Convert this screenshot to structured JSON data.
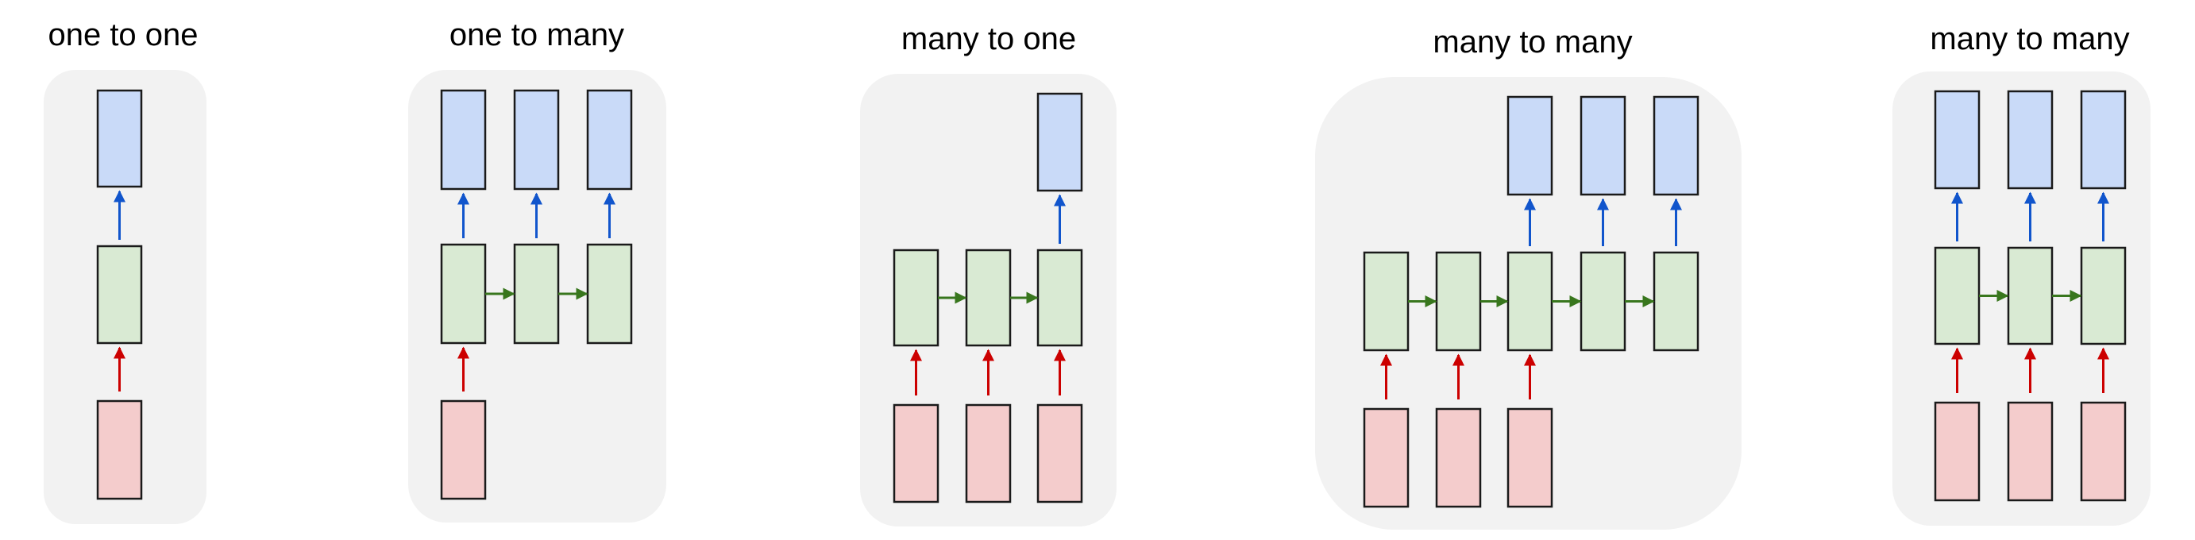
{
  "colors": {
    "panel": "#f2f2f2",
    "input": "#f4cccc",
    "hidden": "#d9ead3",
    "output": "#c9daf8",
    "input_arrow": "#cc0000",
    "hidden_arrow": "#38761d",
    "output_arrow": "#1155cc",
    "box_stroke": "#1a1a1a"
  },
  "diagrams": [
    {
      "title": "one to one",
      "cells": [
        {
          "input": true,
          "output": true,
          "recurrent_from_prev": false
        }
      ]
    },
    {
      "title": "one to many",
      "cells": [
        {
          "input": true,
          "output": true,
          "recurrent_from_prev": false
        },
        {
          "input": false,
          "output": true,
          "recurrent_from_prev": true
        },
        {
          "input": false,
          "output": true,
          "recurrent_from_prev": true
        }
      ]
    },
    {
      "title": "many to one",
      "cells": [
        {
          "input": true,
          "output": false,
          "recurrent_from_prev": false
        },
        {
          "input": true,
          "output": false,
          "recurrent_from_prev": true
        },
        {
          "input": true,
          "output": true,
          "recurrent_from_prev": true
        }
      ]
    },
    {
      "title": "many to many",
      "cells": [
        {
          "input": true,
          "output": false,
          "recurrent_from_prev": false
        },
        {
          "input": true,
          "output": false,
          "recurrent_from_prev": true
        },
        {
          "input": true,
          "output": true,
          "recurrent_from_prev": true
        },
        {
          "input": false,
          "output": true,
          "recurrent_from_prev": true
        },
        {
          "input": false,
          "output": true,
          "recurrent_from_prev": true
        }
      ]
    },
    {
      "title": "many to many",
      "cells": [
        {
          "input": true,
          "output": true,
          "recurrent_from_prev": false
        },
        {
          "input": true,
          "output": true,
          "recurrent_from_prev": true
        },
        {
          "input": true,
          "output": true,
          "recurrent_from_prev": true
        }
      ]
    }
  ]
}
